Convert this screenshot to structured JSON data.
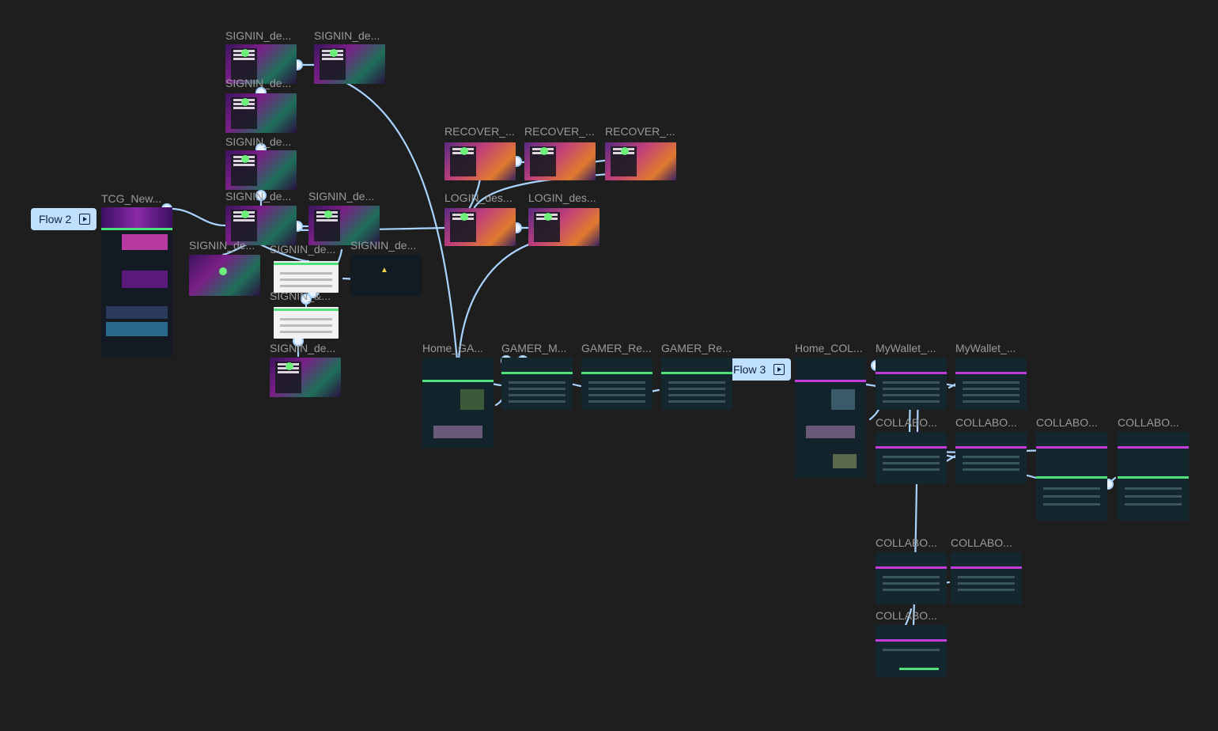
{
  "canvas": {
    "background": "#1e1e1e",
    "connector_color": "#a9d4ff"
  },
  "flows": [
    {
      "id": "flow-2",
      "label": "Flow 2"
    },
    {
      "id": "flow-3",
      "label": "Flow 3"
    }
  ],
  "frames": [
    {
      "id": "tcg",
      "label": "TCG_New...",
      "theme": "tcg"
    },
    {
      "id": "s1",
      "label": "SIGNIN_de...",
      "theme": "signin"
    },
    {
      "id": "s2",
      "label": "SIGNIN_de...",
      "theme": "signin"
    },
    {
      "id": "s3",
      "label": "SIGNIN_de...",
      "theme": "signin"
    },
    {
      "id": "s4",
      "label": "SIGNIN_de...",
      "theme": "signin"
    },
    {
      "id": "s5",
      "label": "SIGNIN_de...",
      "theme": "signin"
    },
    {
      "id": "s6",
      "label": "SIGNIN_de...",
      "theme": "signin"
    },
    {
      "id": "s7",
      "label": "SIGNIN_de...",
      "theme": "signin"
    },
    {
      "id": "s8",
      "label": "SIGNIN_de...",
      "theme": "terms"
    },
    {
      "id": "s9",
      "label": "SIGNIN_de...",
      "theme": "dark"
    },
    {
      "id": "s10",
      "label": "SIGNIN_&...",
      "theme": "terms"
    },
    {
      "id": "s11",
      "label": "SIGNIN_de...",
      "theme": "signin"
    },
    {
      "id": "r1",
      "label": "RECOVER_...",
      "theme": "recover"
    },
    {
      "id": "r2",
      "label": "RECOVER_...",
      "theme": "recover"
    },
    {
      "id": "r3",
      "label": "RECOVER_...",
      "theme": "recover"
    },
    {
      "id": "l1",
      "label": "LOGIN_des...",
      "theme": "recover"
    },
    {
      "id": "l2",
      "label": "LOGIN_des...",
      "theme": "recover"
    },
    {
      "id": "hg",
      "label": "Home_GA...",
      "theme": "home"
    },
    {
      "id": "gm",
      "label": "GAMER_M...",
      "theme": "dash-g"
    },
    {
      "id": "gr1",
      "label": "GAMER_Re...",
      "theme": "dash-g"
    },
    {
      "id": "gr2",
      "label": "GAMER_Re...",
      "theme": "dash-g"
    },
    {
      "id": "hc",
      "label": "Home_COL...",
      "theme": "home"
    },
    {
      "id": "mw1",
      "label": "MyWallet_...",
      "theme": "dash-p"
    },
    {
      "id": "mw2",
      "label": "MyWallet_...",
      "theme": "dash-p"
    },
    {
      "id": "c1",
      "label": "COLLABO...",
      "theme": "dash-p"
    },
    {
      "id": "c2",
      "label": "COLLABO...",
      "theme": "dash-p"
    },
    {
      "id": "c3",
      "label": "COLLABO...",
      "theme": "dash-p"
    },
    {
      "id": "c4",
      "label": "COLLABO...",
      "theme": "dash-p"
    },
    {
      "id": "c5",
      "label": "COLLABO...",
      "theme": "dash-p"
    },
    {
      "id": "c6",
      "label": "COLLABO...",
      "theme": "dash-p"
    },
    {
      "id": "c7",
      "label": "COLLABO...",
      "theme": "dash-p"
    }
  ]
}
